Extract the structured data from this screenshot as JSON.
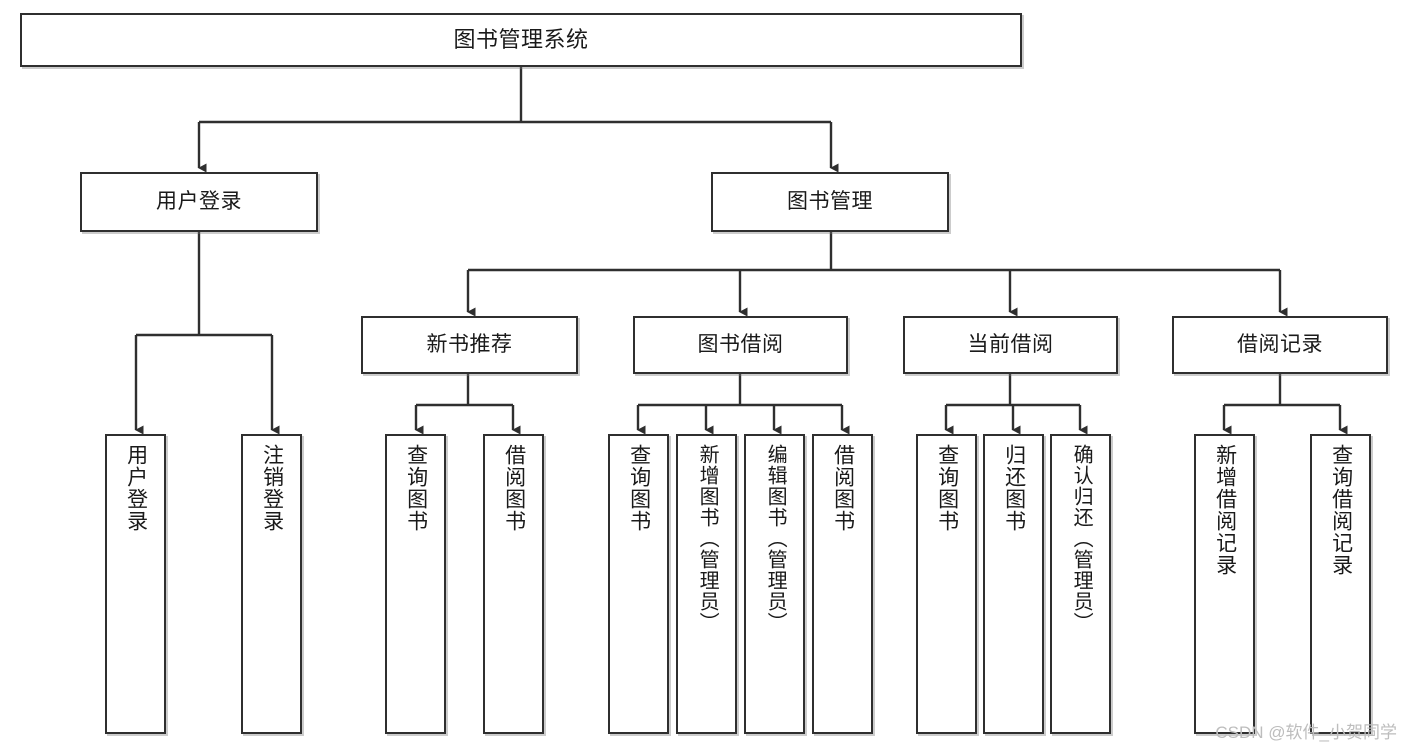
{
  "diagram": {
    "title": "图书管理系统",
    "type": "hierarchy-tree",
    "watermark": "CSDN @软件_小贺同学",
    "colors": {
      "box_border": "#2f2f2f",
      "box_fill": "#ffffff",
      "connector": "#2f2f2f",
      "watermark": "#bdbdbd",
      "background": "#ffffff"
    },
    "root": {
      "label": "图书管理系统"
    },
    "tier2": [
      {
        "label": "用户登录"
      },
      {
        "label": "图书管理"
      }
    ],
    "tier3": [
      {
        "label": "新书推荐"
      },
      {
        "label": "图书借阅"
      },
      {
        "label": "当前借阅"
      },
      {
        "label": "借阅记录"
      }
    ],
    "leaves": {
      "user_login": [
        {
          "label": "用户登录"
        },
        {
          "label": "注销登录"
        }
      ],
      "new_book_recommend": [
        {
          "label": "查询图书"
        },
        {
          "label": "借阅图书"
        }
      ],
      "book_borrow": [
        {
          "label": "查询图书"
        },
        {
          "label": "新增图书（管理员）"
        },
        {
          "label": "编辑图书（管理员）"
        },
        {
          "label": "借阅图书"
        }
      ],
      "current_borrow": [
        {
          "label": "查询图书"
        },
        {
          "label": "归还图书"
        },
        {
          "label": "确认归还（管理员）"
        }
      ],
      "borrow_record": [
        {
          "label": "新增借阅记录"
        },
        {
          "label": "查询借阅记录"
        }
      ]
    }
  }
}
